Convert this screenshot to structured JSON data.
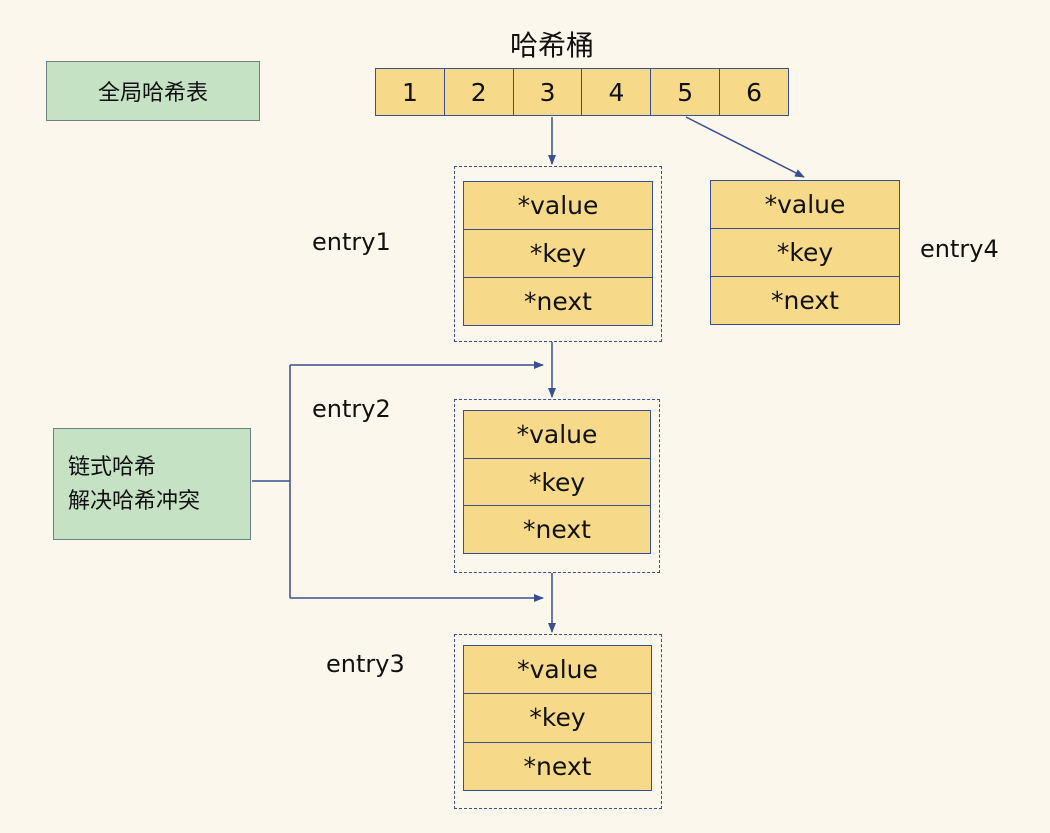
{
  "title": "哈希桶",
  "global_table_label": "全局哈希表",
  "chain_note": {
    "line1": "链式哈希",
    "line2": "解决哈希冲突"
  },
  "buckets": [
    "1",
    "2",
    "3",
    "4",
    "5",
    "6"
  ],
  "entries": [
    {
      "name": "entry1",
      "fields": [
        "*value",
        "*key",
        "*next"
      ]
    },
    {
      "name": "entry2",
      "fields": [
        "*value",
        "*key",
        "*next"
      ]
    },
    {
      "name": "entry3",
      "fields": [
        "*value",
        "*key",
        "*next"
      ]
    },
    {
      "name": "entry4",
      "fields": [
        "*value",
        "*key",
        "*next"
      ]
    }
  ],
  "colors": {
    "background": "#fbf7ec",
    "bucket_fill": "#f7d98a",
    "note_fill": "#c5e2c5",
    "line": "#3a4f8f"
  }
}
